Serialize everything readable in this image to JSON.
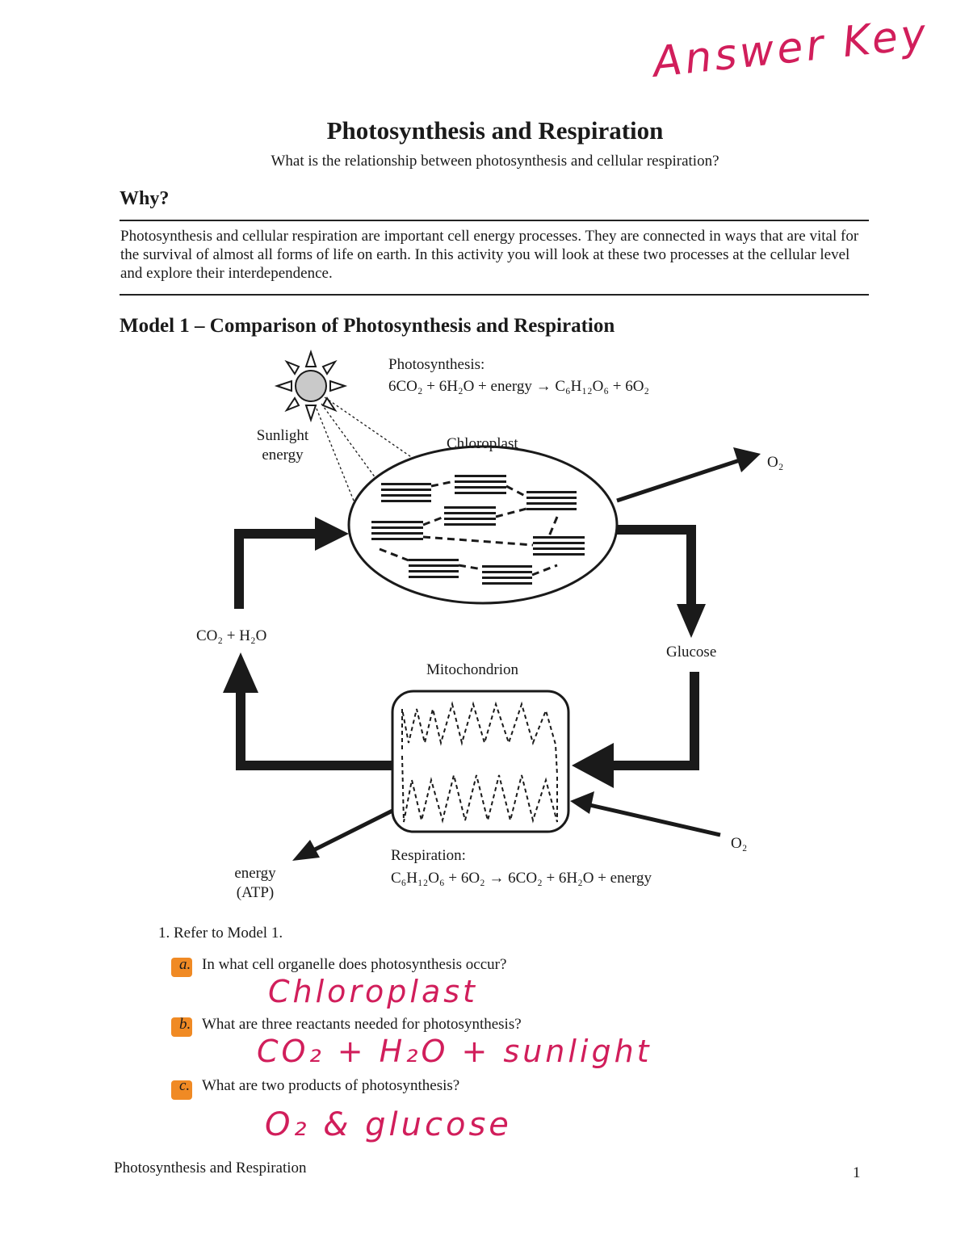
{
  "annotation": "Answer Key",
  "title": "Photosynthesis and Respiration",
  "subtitle": "What is the relationship between photosynthesis and cellular respiration?",
  "why": {
    "heading": "Why?",
    "text": "Photosynthesis and cellular respiration are important cell energy processes. They are connected in ways that are vital for the survival of almost all forms of life on earth. In this activity you will look at these two processes at the cellular level and explore their interdependence."
  },
  "model": {
    "heading": "Model 1 – Comparison of Photosynthesis and Respiration",
    "photosynthesis_label": "Photosynthesis:",
    "photosynthesis_equation": "6CO₂ + 6H₂O + energy → C₆H₁₂O₆ + 6O₂",
    "sunlight_label": "Sunlight energy",
    "chloroplast_label": "Chloroplast",
    "o2_top": "O₂",
    "co2_h2o_label": "CO₂ + H₂O",
    "glucose_label": "Glucose",
    "mitochondrion_label": "Mitochondrion",
    "o2_bottom": "O₂",
    "energy_label": "energy (ATP)",
    "respiration_label": "Respiration:",
    "respiration_equation": "C₆H₁₂O₆ + 6O₂ → 6CO₂ + 6H₂O + energy"
  },
  "questions": {
    "q1": "1. Refer to Model 1.",
    "items": [
      {
        "letter": "a.",
        "text": "In what cell organelle does photosynthesis occur?",
        "answer": "Chloroplast"
      },
      {
        "letter": "b.",
        "text": "What are three reactants needed for photosynthesis?",
        "answer": "CO₂ + H₂O + sunlight"
      },
      {
        "letter": "c.",
        "text": "What are two products of photosynthesis?",
        "answer": "O₂ & glucose"
      }
    ]
  },
  "footer": {
    "left": "Photosynthesis and Respiration",
    "page": "1"
  },
  "colors": {
    "ink": "#1a1a1a",
    "handwriting": "#d11e5b",
    "highlight": "#f08a24"
  }
}
